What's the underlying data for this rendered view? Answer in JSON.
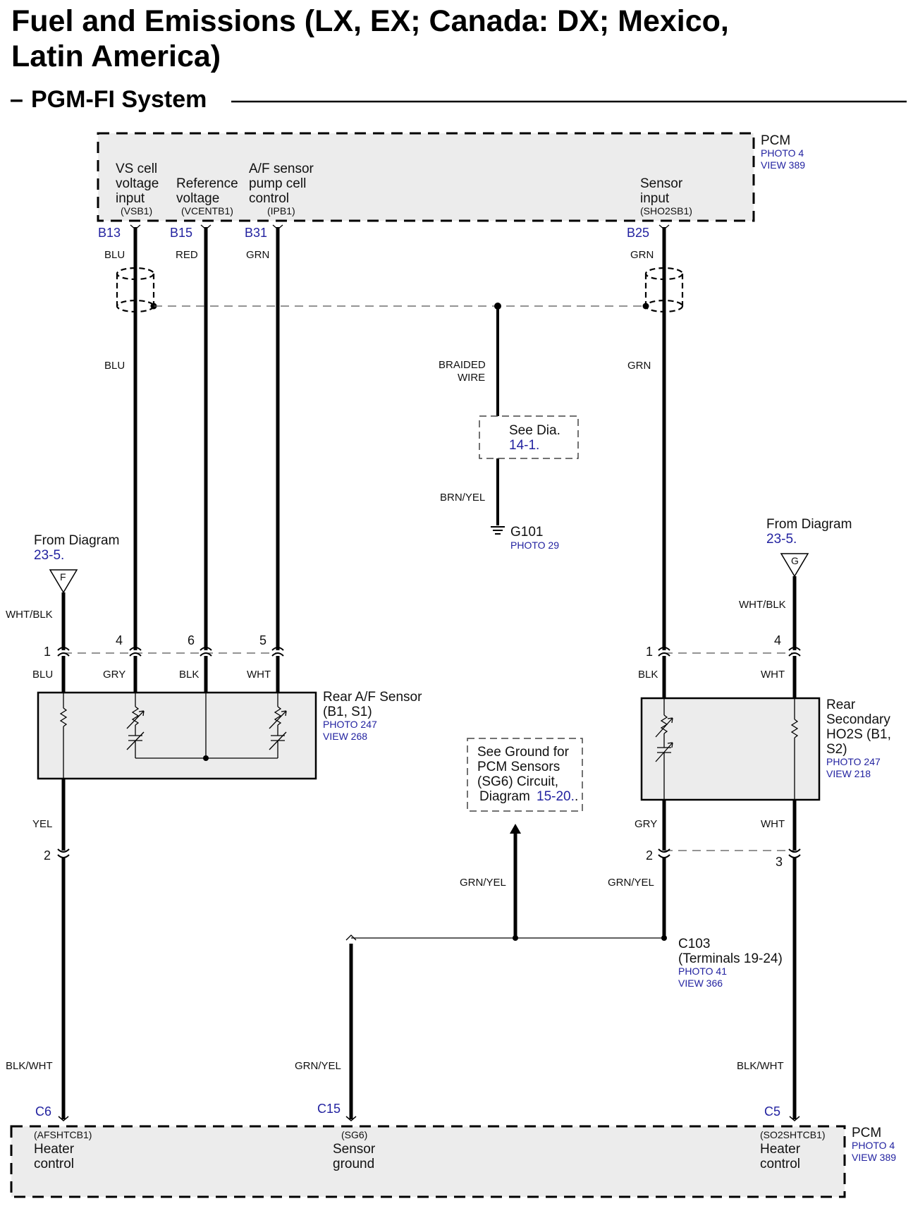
{
  "header": {
    "title_line1": "Fuel and Emissions (LX, EX; Canada: DX; Mexico,",
    "title_line2": "Latin America)",
    "subtitle": "PGM-FI System",
    "subtitle_dash": "–"
  },
  "pcm_top": {
    "name": "PCM",
    "photo": "PHOTO 4",
    "view": "VIEW 389",
    "inputs": [
      {
        "line1": "VS cell",
        "line2": "voltage",
        "line3": "input",
        "signal": "(VSB1)",
        "pin": "B13",
        "wire": "BLU"
      },
      {
        "line1": "Reference",
        "line2": "voltage",
        "line3": "",
        "signal": "(VCENTB1)",
        "pin": "B15",
        "wire": "RED"
      },
      {
        "line1": "A/F sensor",
        "line2": "pump cell",
        "line3": "control",
        "signal": "(IPB1)",
        "pin": "B31",
        "wire": "GRN"
      },
      {
        "line1": "Sensor",
        "line2": "input",
        "line3": "",
        "signal": "(SHO2SB1)",
        "pin": "B25",
        "wire": "GRN"
      }
    ]
  },
  "shield": {
    "wire_left": "BLU",
    "wire_right": "GRN",
    "braided_line1": "BRAIDED",
    "braided_line2": "WIRE",
    "see_line1": "See Dia.",
    "see_ref": "14-1.",
    "ground_wire": "BRN/YEL",
    "ground_name": "G101",
    "ground_photo": "PHOTO 29"
  },
  "from_left": {
    "text": "From Diagram",
    "ref": "23-5.",
    "letter": "F",
    "wire": "WHT/BLK"
  },
  "from_right": {
    "text": "From Diagram",
    "ref": "23-5.",
    "letter": "G",
    "wire": "WHT/BLK"
  },
  "af_sensor": {
    "name_line1": "Rear A/F Sensor",
    "name_line2": "(B1, S1)",
    "photo": "PHOTO 247",
    "view": "VIEW 268",
    "pins_top": [
      "1",
      "4",
      "6",
      "5"
    ],
    "wires_below": [
      "BLU",
      "GRY",
      "BLK",
      "WHT"
    ],
    "bottom_wire": "YEL",
    "bottom_pin": "2"
  },
  "ho2s": {
    "name_line1": "Rear",
    "name_line2": "Secondary",
    "name_line3": "HO2S (B1,",
    "name_line4": "S2)",
    "photo": "PHOTO 247",
    "view": "VIEW 218",
    "pins_top": [
      "1",
      "4"
    ],
    "wires_below": [
      "BLK",
      "WHT"
    ],
    "bottom_wires": [
      "GRY",
      "WHT"
    ],
    "bottom_pins": [
      "2",
      "3"
    ]
  },
  "ground_note": {
    "line1": "See Ground for",
    "line2": "PCM Sensors",
    "line3": "(SG6) Circuit,",
    "line4": "Diagram",
    "ref": "15-20.",
    "period": "."
  },
  "junction": {
    "wire_up": "GRN/YEL",
    "wire_right": "GRN/YEL",
    "name": "C103",
    "terminals": "(Terminals 19-24)",
    "photo": "PHOTO 41",
    "view": "VIEW 366"
  },
  "lower_wires": {
    "left": "BLK/WHT",
    "middle": "GRN/YEL",
    "right": "BLK/WHT"
  },
  "pcm_bottom": {
    "name": "PCM",
    "photo": "PHOTO 4",
    "view": "VIEW 389",
    "outputs": [
      {
        "pin": "C6",
        "signal": "(AFSHTCB1)",
        "line1": "Heater",
        "line2": "control"
      },
      {
        "pin": "C15",
        "signal": "(SG6)",
        "line1": "Sensor",
        "line2": "ground"
      },
      {
        "pin": "C5",
        "signal": "(SO2SHTCB1)",
        "line1": "Heater",
        "line2": "control"
      }
    ]
  }
}
